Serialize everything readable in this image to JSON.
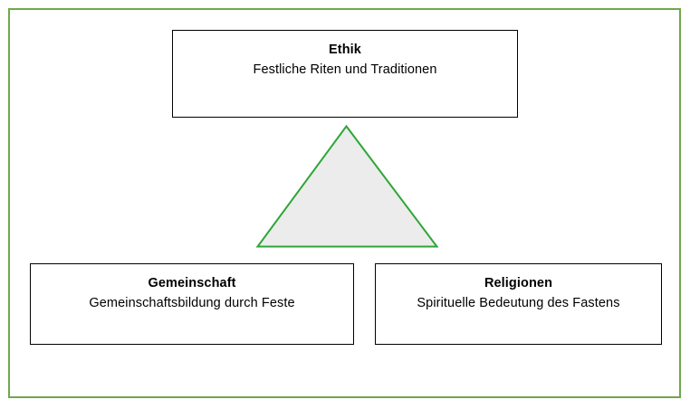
{
  "diagram": {
    "language": "de",
    "frame": {
      "border_color": "#6fa849"
    },
    "shape": {
      "name": "triangle",
      "stroke_color": "#2ea636",
      "fill_color": "#ececec"
    },
    "boxes": [
      {
        "id": "ethik",
        "position": "top",
        "title": "Ethik",
        "subtitle": "Festliche Riten und Traditionen"
      },
      {
        "id": "gemeinschaft",
        "position": "bottom-left",
        "title": "Gemeinschaft",
        "subtitle": "Gemeinschaftsbildung durch Feste"
      },
      {
        "id": "religionen",
        "position": "bottom-right",
        "title": "Religionen",
        "subtitle": "Spirituelle Bedeutung des Fastens"
      }
    ]
  }
}
